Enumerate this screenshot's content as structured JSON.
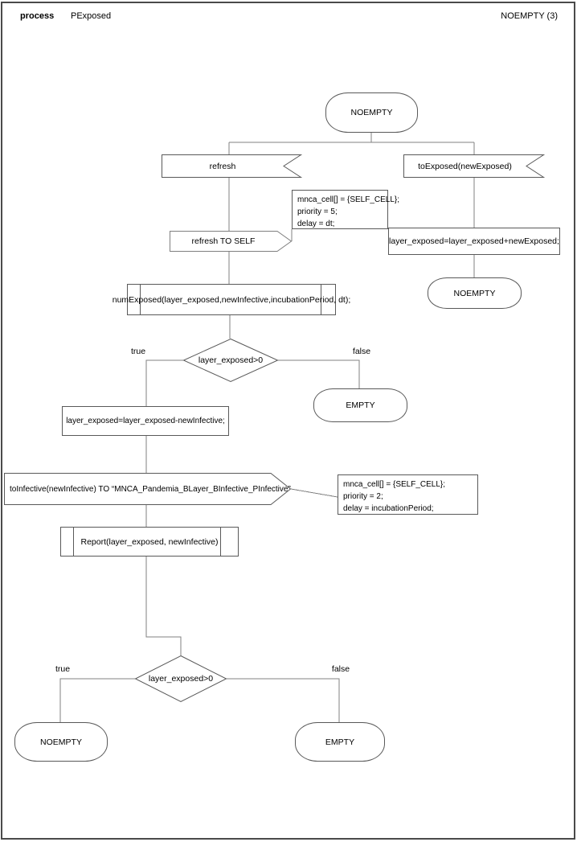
{
  "header": {
    "kind": "process",
    "name": "PExposed",
    "state_ref": "NOEMPTY (3)"
  },
  "nodes": {
    "start_state": "NOEMPTY",
    "receive_refresh": "refresh",
    "receive_toexposed": "toExposed(newExposed)",
    "send_refresh_self": "refresh TO SELF",
    "assign_add": "layer_exposed=layer_exposed+newExposed;",
    "state_noempty_right": "NOEMPTY",
    "call_numexposed": "numExposed(layer_exposed,newInfective,incubationPeriod, dt);",
    "decision_1": "layer_exposed>0",
    "state_empty_mid": "EMPTY",
    "assign_sub": "layer_exposed=layer_exposed-newInfective;",
    "send_toinfective": "toInfective(newInfective) TO “MNCA_Pandemia_BLayer_BInfective_PInfective”",
    "call_report": "Report(layer_exposed, newInfective)",
    "decision_2": "layer_exposed>0",
    "state_noempty_bottom": "NOEMPTY",
    "state_empty_bottom": "EMPTY"
  },
  "notes": {
    "note1": [
      "mnca_cell[] = {SELF_CELL};",
      "priority = 5;",
      "delay = dt;"
    ],
    "note2": [
      "mnca_cell[] = {SELF_CELL};",
      "priority = 2;",
      "delay = incubationPeriod;"
    ]
  },
  "branch_labels": {
    "true": "true",
    "false": "false"
  },
  "colors": {
    "connector": "#808080",
    "outline": "#595959",
    "text": "#000000",
    "background": "#ffffff"
  }
}
